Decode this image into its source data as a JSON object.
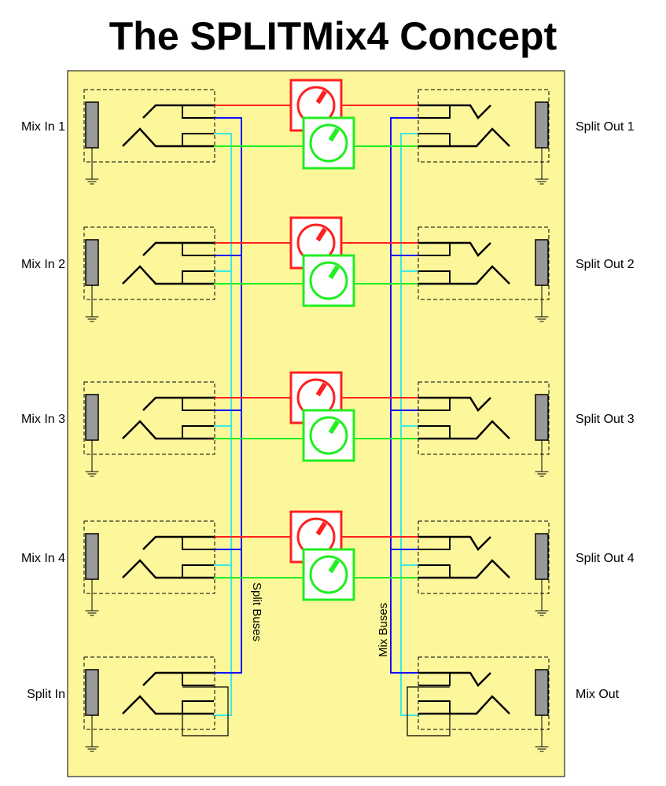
{
  "title": "The SPLITMix4 Concept",
  "colors": {
    "panel": "#fdf79b",
    "red": "#ff2020",
    "green": "#22ee22",
    "blue": "#1010ff",
    "cyan": "#40e8e0",
    "jack": "#999999",
    "wire": "#000000"
  },
  "left_labels": [
    "Mix In 1",
    "Mix In 2",
    "Mix In 3",
    "Mix In 4",
    "Split In"
  ],
  "right_labels": [
    "Split Out 1",
    "Split Out 2",
    "Split Out 3",
    "Split Out 4",
    "Mix Out"
  ],
  "bus_labels": {
    "split": "Split Buses",
    "mix": "Mix Buses"
  },
  "knobs": [
    {
      "channel": 1,
      "type": "red",
      "value": 0.62
    },
    {
      "channel": 1,
      "type": "green",
      "value": 0.62
    },
    {
      "channel": 2,
      "type": "red",
      "value": 0.62
    },
    {
      "channel": 2,
      "type": "green",
      "value": 0.62
    },
    {
      "channel": 3,
      "type": "red",
      "value": 0.62
    },
    {
      "channel": 3,
      "type": "green",
      "value": 0.62
    },
    {
      "channel": 4,
      "type": "red",
      "value": 0.62
    },
    {
      "channel": 4,
      "type": "green",
      "value": 0.62
    }
  ]
}
